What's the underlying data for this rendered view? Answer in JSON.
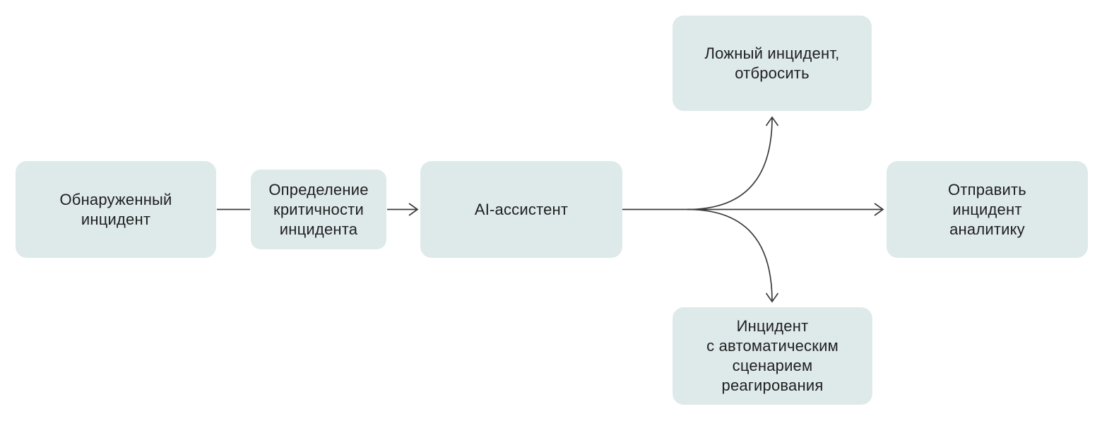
{
  "theme": {
    "background": "#ffffff",
    "node_fill": "#dee9ea",
    "node_text_color": "#1f1f1f",
    "connector_color": "#3c3c3c"
  },
  "nodes": [
    {
      "id": "detected-incident",
      "label": "Обнаруженный\nинцидент"
    },
    {
      "id": "criticality-assessment",
      "label": "Определение\nкритичности\nинцидента"
    },
    {
      "id": "ai-assistant",
      "label": "AI-ассистент"
    },
    {
      "id": "false-incident",
      "label": "Ложный инцидент,\nотбросить"
    },
    {
      "id": "send-to-analyst",
      "label": "Отправить\nинцидент\nаналитику"
    },
    {
      "id": "auto-response-incident",
      "label": "Инцидент\nс автоматическим\nсценарием\nреагирования"
    }
  ],
  "connectors": [
    {
      "from": "detected-incident",
      "to": "criticality-assessment",
      "arrowhead": false,
      "shape": "straight"
    },
    {
      "from": "criticality-assessment",
      "to": "ai-assistant",
      "arrowhead": true,
      "shape": "straight"
    },
    {
      "from": "ai-assistant",
      "to": "false-incident",
      "arrowhead": true,
      "shape": "curve-up"
    },
    {
      "from": "ai-assistant",
      "to": "send-to-analyst",
      "arrowhead": true,
      "shape": "straight"
    },
    {
      "from": "ai-assistant",
      "to": "auto-response-incident",
      "arrowhead": true,
      "shape": "curve-down"
    }
  ]
}
